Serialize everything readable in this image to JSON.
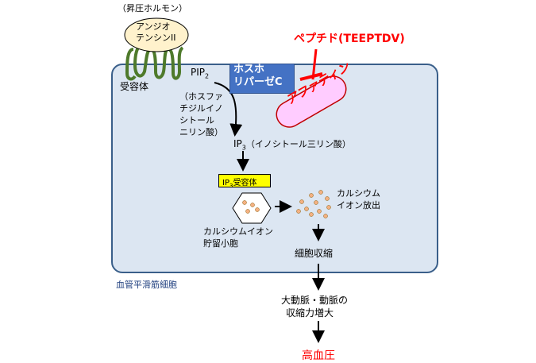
{
  "hormone": {
    "category": "（昇圧ホルモン）",
    "name_line1": "アンジオ",
    "name_line2": "テンシンII"
  },
  "receptor": {
    "label": "受容体"
  },
  "pip2": {
    "label": "PIP",
    "sub": "2"
  },
  "plc": {
    "line1": "ホスホ",
    "line2": "リパーゼC"
  },
  "peptide": {
    "label": "ペプチド(TEEPTDV)"
  },
  "apatin": {
    "label": "アファティン"
  },
  "pip2_full": {
    "line1": "（ホスファ",
    "line2": "チジルイノ",
    "line3": "シトール",
    "line4": "ニリン酸）"
  },
  "ip3": {
    "label": "IP",
    "sub": "3",
    "full": "（イノシトール三リン酸）"
  },
  "ip3_receptor": {
    "label_ip": "IP",
    "label_sub": "3",
    "label_rest": "受容体"
  },
  "ca_store": {
    "line1": "カルシウムイオン",
    "line2": "貯留小胞"
  },
  "ca_release": {
    "line1": "カルシウム",
    "line2": "イオン放出"
  },
  "contraction": {
    "label": "細胞収縮"
  },
  "cell": {
    "label": "血管平滑筋細胞"
  },
  "arteries": {
    "line1": "大動脈・動脈の",
    "line2": "収縮力増大"
  },
  "result": {
    "label": "高血圧"
  },
  "colors": {
    "cell_fill": "#dce6f2",
    "cell_border": "#3a5f8a",
    "plc_fill": "#4472c4",
    "peptide_red": "#ff0000",
    "apatin_fill": "#ffccff",
    "receptor_green": "#4e7a2b",
    "ip3r_yellow": "#ffff00",
    "vesicle_orange": "#f4b183",
    "hormone_fill": "#fff2cc",
    "cell_label_blue": "#1f3f7f"
  }
}
